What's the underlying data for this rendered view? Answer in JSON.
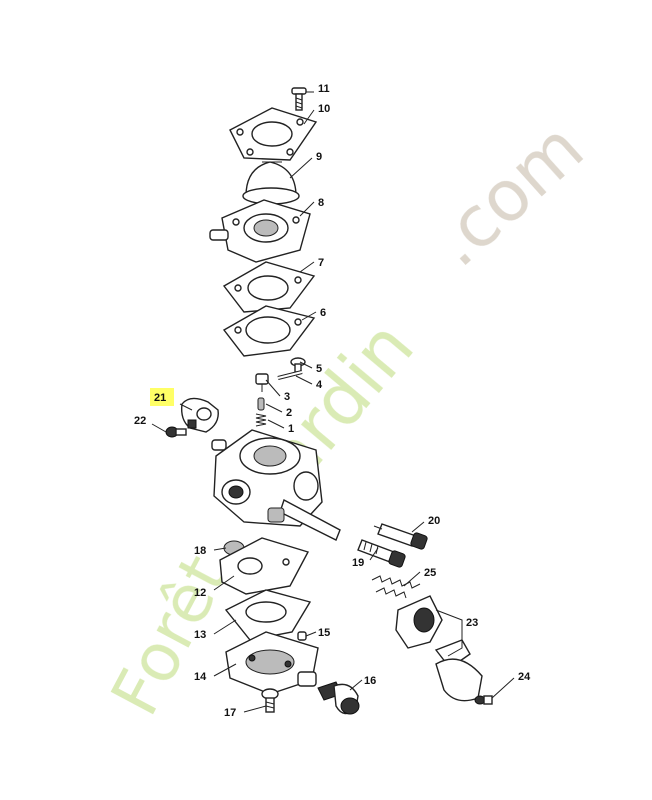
{
  "watermark": {
    "part1": "Forêt",
    "part2": "Jardin",
    "part3": ".com",
    "color1": "#d4e8a8",
    "color2": "#d8d0c4"
  },
  "highlight_color": "#ffff66",
  "labels": {
    "n1": "1",
    "n2": "2",
    "n3": "3",
    "n4": "4",
    "n5": "5",
    "n6": "6",
    "n7": "7",
    "n8": "8",
    "n9": "9",
    "n10": "10",
    "n11": "11",
    "n12": "12",
    "n13": "13",
    "n14": "14",
    "n15": "15",
    "n16": "16",
    "n17": "17",
    "n18": "18",
    "n19": "19",
    "n20": "20",
    "n21": "21",
    "n22": "22",
    "n23": "23",
    "n24": "24",
    "n25": "25"
  }
}
